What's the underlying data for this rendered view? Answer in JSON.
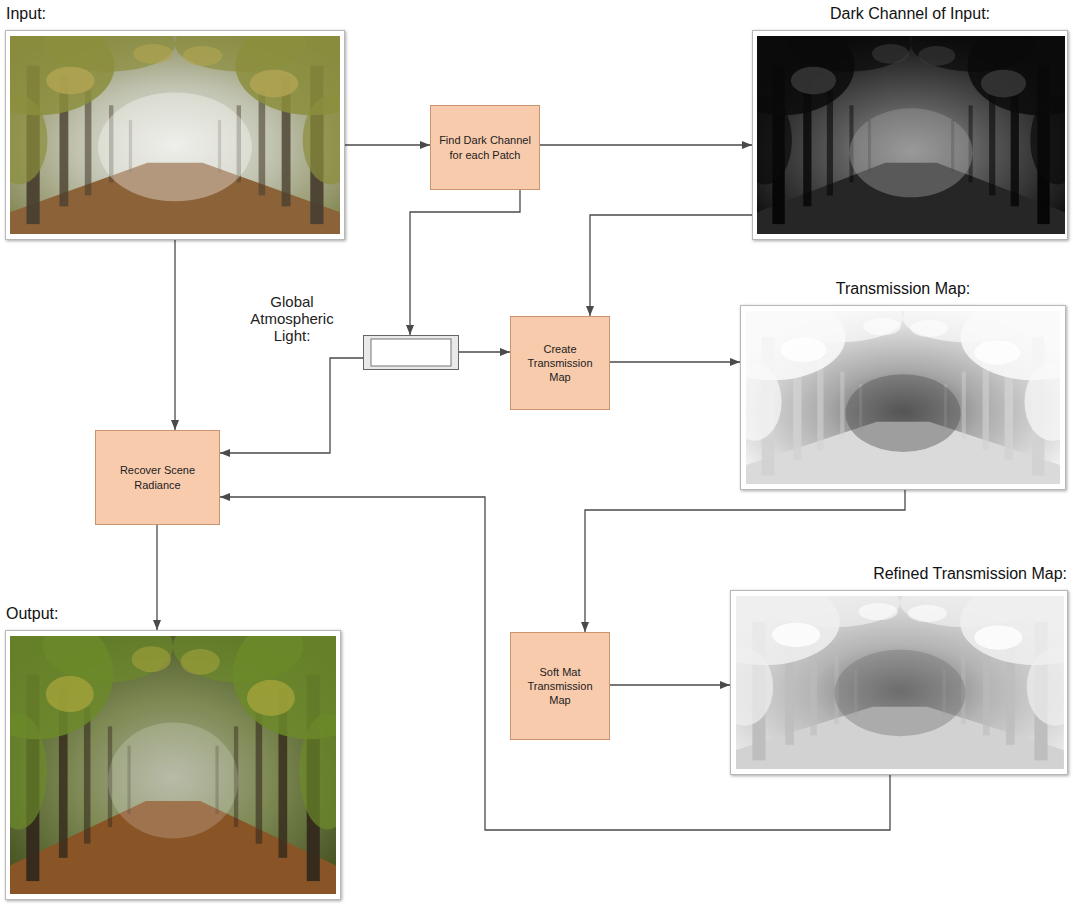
{
  "diagram": {
    "nodes": [
      {
        "text": [
          "Input:"
        ]
      },
      {
        "text": [
          "Find Dark Channel for each Patch"
        ]
      },
      {
        "text": [
          "Dark Channel of Input:"
        ]
      },
      {
        "text": [
          "Global Atmospheric Light:"
        ]
      },
      {
        "text": [
          "Create Transmission Map"
        ]
      },
      {
        "text": [
          "Transmission Map:"
        ]
      },
      {
        "text": [
          "Recover Scene Radiance"
        ]
      },
      {
        "text": [
          "Soft Mat Transmission Map"
        ]
      },
      {
        "text": [
          "Refined Transmission Map:"
        ]
      },
      {
        "text": [
          "Output:"
        ]
      }
    ],
    "edges": [
      {
        "from": 0,
        "to": 1,
        "arrow": "to"
      },
      {
        "from": 1,
        "to": 2,
        "arrow": "to"
      },
      {
        "from": 1,
        "to": 3,
        "arrow": "to"
      },
      {
        "from": 2,
        "to": 4,
        "arrow": "to"
      },
      {
        "from": 3,
        "to": 4,
        "arrow": "to"
      },
      {
        "from": 3,
        "to": 6,
        "arrow": "to"
      },
      {
        "from": 0,
        "to": 6,
        "arrow": "to"
      },
      {
        "from": 4,
        "to": 5,
        "arrow": "to"
      },
      {
        "from": 5,
        "to": 7,
        "arrow": "to"
      },
      {
        "from": 7,
        "to": 8,
        "arrow": "to"
      },
      {
        "from": 8,
        "to": 6,
        "arrow": "to"
      },
      {
        "from": 6,
        "to": 9,
        "arrow": "to"
      }
    ]
  }
}
